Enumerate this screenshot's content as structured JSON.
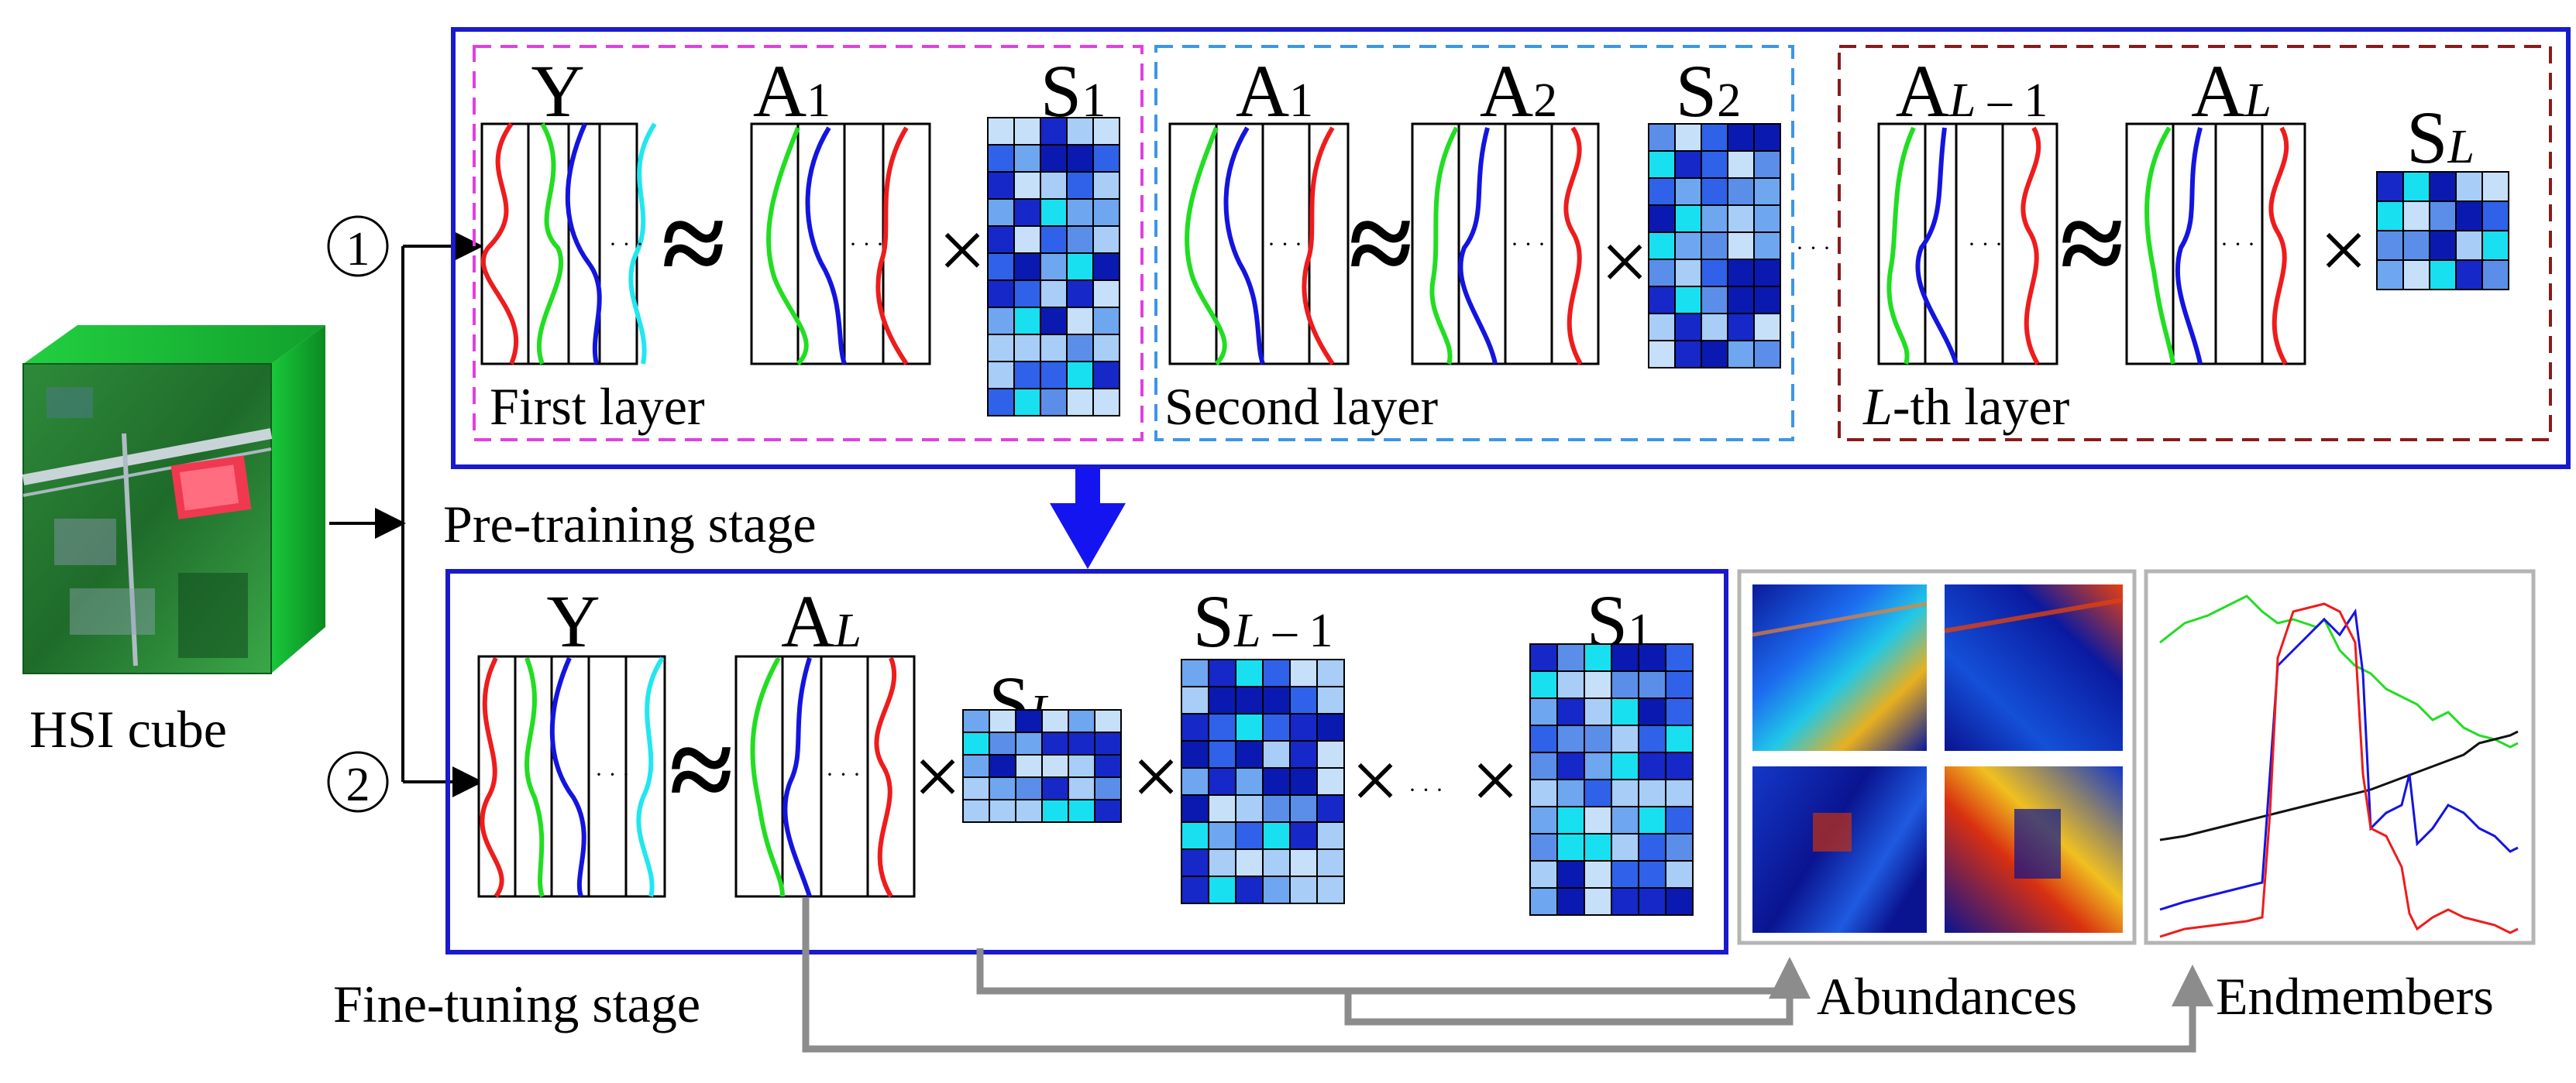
{
  "labels": {
    "hsi_cube": "HSI cube",
    "step1": "①",
    "step2": "②",
    "pretraining_stage": "Pre-training stage",
    "finetuning_stage": "Fine-tuning stage",
    "first_layer": "First layer",
    "second_layer": "Second layer",
    "lth_layer_italic": "L",
    "lth_layer_rest": "-th layer",
    "abundances": "Abundances",
    "endmembers": "Endmembers",
    "dots": "· · ·"
  },
  "symbols": {
    "Y": "Y",
    "A": "A",
    "S": "S",
    "sub_1": "1",
    "sub_2": "2",
    "sub_L": "L",
    "sub_minus1": " – 1",
    "approx": "≈",
    "times": "×"
  },
  "colors": {
    "stage_box": "#1a1acc",
    "arrow_blue": "#1414f0",
    "layer1_box": "#e040e0",
    "layer2_box": "#3c96e6",
    "layerL_box": "#8b1a1a",
    "gray_arrow": "#8c8c8c",
    "curve_red": "#ee1c1c",
    "curve_green": "#22dd22",
    "curve_blue": "#1414e0",
    "curve_cyan": "#22e6f0",
    "endmember_black": "#111111",
    "panel_border": "#b4b4b4"
  },
  "icons": [
    "hsi-cube-icon",
    "abundance-map-icon",
    "endmember-plot-icon"
  ]
}
